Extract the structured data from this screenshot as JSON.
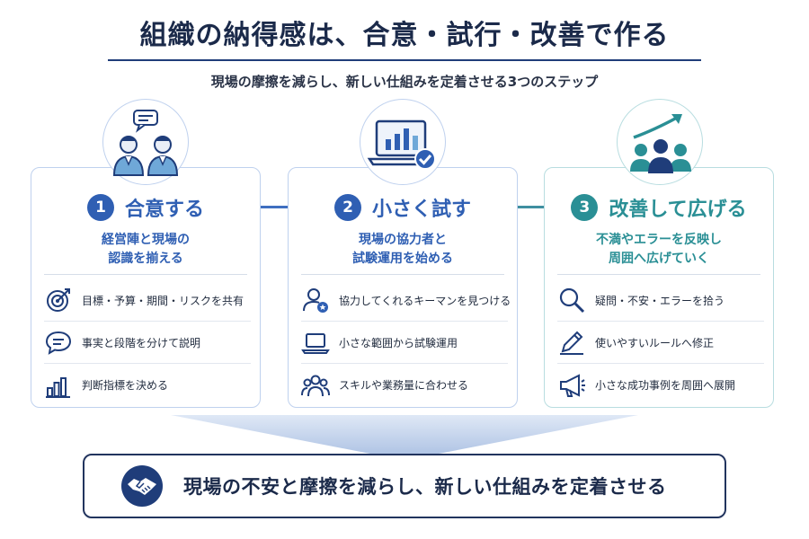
{
  "title": "組織の納得感は、合意・試行・改善で作る",
  "subtitle": "現場の摩擦を減らし、新しい仕組みを定着させる3つのステップ",
  "colors": {
    "blue": "#2f5fb3",
    "teal": "#2a8f95",
    "navy": "#1b2a4a"
  },
  "steps": [
    {
      "number": "1",
      "title": "合意する",
      "desc_line1": "経営陣と現場の",
      "desc_line2": "認識を揃える",
      "top_icon": "two-people-talking-icon",
      "items": [
        {
          "icon": "target-icon",
          "text": "目標・予算・期間・リスクを共有"
        },
        {
          "icon": "chat-bubble-icon",
          "text": "事実と段階を分けて説明"
        },
        {
          "icon": "bar-chart-icon",
          "text": "判断指標を決める"
        }
      ]
    },
    {
      "number": "2",
      "title": "小さく試す",
      "desc_line1": "現場の協力者と",
      "desc_line2": "試験運用を始める",
      "top_icon": "laptop-chart-check-icon",
      "items": [
        {
          "icon": "person-star-icon",
          "text": "協力してくれるキーマンを見つける"
        },
        {
          "icon": "laptop-icon",
          "text": "小さな範囲から試験運用"
        },
        {
          "icon": "group-icon",
          "text": "スキルや業務量に合わせる"
        }
      ]
    },
    {
      "number": "3",
      "title": "改善して広げる",
      "desc_line1": "不満やエラーを反映し",
      "desc_line2": "周囲へ広げていく",
      "top_icon": "group-growth-icon",
      "items": [
        {
          "icon": "magnifier-icon",
          "text": "疑問・不安・エラーを拾う"
        },
        {
          "icon": "pencil-icon",
          "text": "使いやすいルールへ修正"
        },
        {
          "icon": "megaphone-icon",
          "text": "小さな成功事例を周囲へ展開"
        }
      ]
    }
  ],
  "bottom": {
    "icon": "handshake-icon",
    "text": "現場の不安と摩擦を減らし、新しい仕組みを定着させる"
  }
}
